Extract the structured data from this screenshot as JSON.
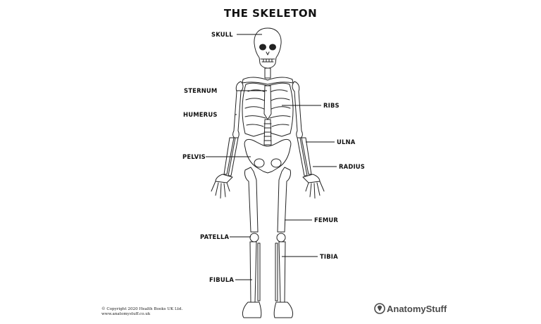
{
  "title": "THE SKELETON",
  "labels": {
    "skull": "SKULL",
    "sternum": "STERNUM",
    "humerus": "HUMERUS",
    "pelvis": "PELVIS",
    "patella": "PATELLA",
    "fibula": "FIBULA",
    "ribs": "RIBS",
    "ulna": "ULNA",
    "radius": "RADIUS",
    "femur": "FEMUR",
    "tibia": "TIBIA"
  },
  "footer": {
    "copyright": "© Copyright 2020 Health Books UK Ltd.",
    "website": "www.anatomystuff.co.uk",
    "brand": "AnatomyStuff"
  }
}
